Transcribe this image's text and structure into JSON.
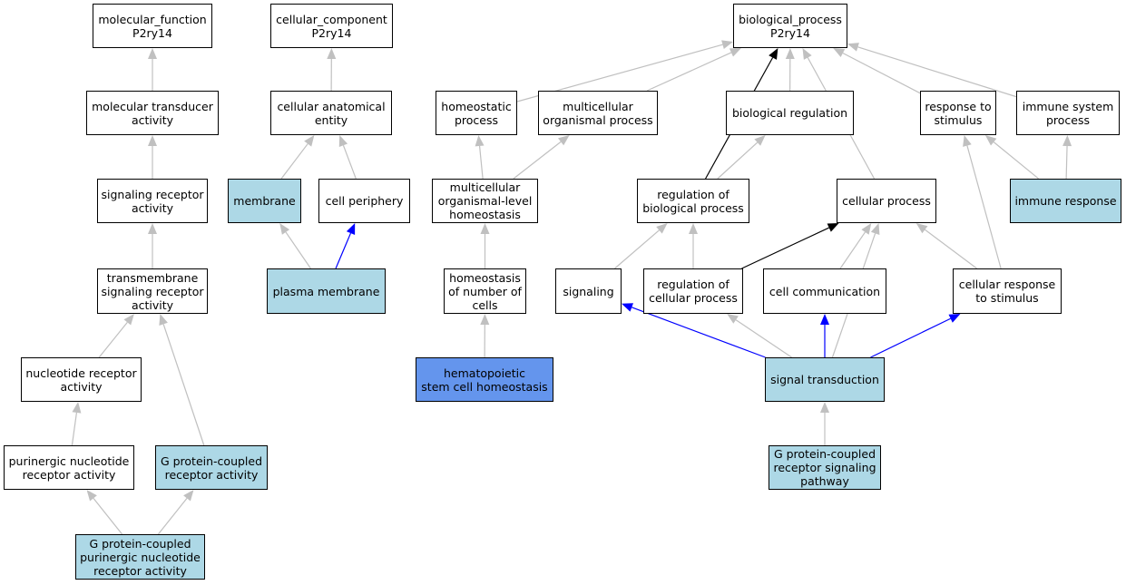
{
  "colors": {
    "edge_default": "#c0c0c0",
    "edge_black": "#000000",
    "edge_blue": "#0000ff",
    "node_highlight": "#add8e6",
    "node_focus": "#6495ed"
  },
  "nodes": {
    "mf_root": {
      "label": "molecular_function\nP2ry14",
      "style": "plain"
    },
    "mol_transducer": {
      "label": "molecular transducer\nactivity",
      "style": "plain"
    },
    "sig_receptor": {
      "label": "signaling receptor\nactivity",
      "style": "plain"
    },
    "tm_sig_receptor": {
      "label": "transmembrane\nsignaling receptor\nactivity",
      "style": "plain"
    },
    "nucleotide_receptor": {
      "label": "nucleotide receptor\nactivity",
      "style": "plain"
    },
    "purinergic_receptor": {
      "label": "purinergic nucleotide\nreceptor activity",
      "style": "plain"
    },
    "gpcr_activity": {
      "label": "G protein-coupled\nreceptor activity",
      "style": "light"
    },
    "gpcr_purinergic": {
      "label": "G protein-coupled\npurinergic nucleotide\nreceptor activity",
      "style": "light"
    },
    "cc_root": {
      "label": "cellular_component\nP2ry14",
      "style": "plain"
    },
    "cell_anat_entity": {
      "label": "cellular anatomical\nentity",
      "style": "plain"
    },
    "membrane": {
      "label": "membrane",
      "style": "light"
    },
    "cell_periphery": {
      "label": "cell periphery",
      "style": "plain"
    },
    "plasma_membrane": {
      "label": "plasma membrane",
      "style": "light"
    },
    "bp_root": {
      "label": "biological_process\nP2ry14",
      "style": "plain"
    },
    "homeostatic_process": {
      "label": "homeostatic\nprocess",
      "style": "plain"
    },
    "multicellular_process": {
      "label": "multicellular\norganismal process",
      "style": "plain"
    },
    "biological_regulation": {
      "label": "biological regulation",
      "style": "plain"
    },
    "response_to_stimulus": {
      "label": "response to\nstimulus",
      "style": "plain"
    },
    "immune_system_process": {
      "label": "immune system\nprocess",
      "style": "plain"
    },
    "multicellular_homeostasis": {
      "label": "multicellular\norganismal-level\nhomeostasis",
      "style": "plain"
    },
    "reg_bio_process": {
      "label": "regulation of\nbiological process",
      "style": "plain"
    },
    "cellular_process": {
      "label": "cellular process",
      "style": "plain"
    },
    "immune_response": {
      "label": "immune response",
      "style": "light"
    },
    "homeostasis_cells": {
      "label": "homeostasis\nof number of\ncells",
      "style": "plain"
    },
    "signaling": {
      "label": "signaling",
      "style": "plain"
    },
    "reg_cell_process": {
      "label": "regulation of\ncellular process",
      "style": "plain"
    },
    "cell_communication": {
      "label": "cell communication",
      "style": "plain"
    },
    "cell_response_stimulus": {
      "label": "cellular response\nto stimulus",
      "style": "plain"
    },
    "hsc_homeostasis": {
      "label": "hematopoietic\nstem cell homeostasis",
      "style": "blue"
    },
    "signal_transduction": {
      "label": "signal transduction",
      "style": "light"
    },
    "gpcr_pathway": {
      "label": "G protein-coupled\nreceptor signaling\npathway",
      "style": "light"
    }
  },
  "edges": [
    {
      "from": "mol_transducer",
      "to": "mf_root",
      "color": "gray"
    },
    {
      "from": "sig_receptor",
      "to": "mol_transducer",
      "color": "gray"
    },
    {
      "from": "tm_sig_receptor",
      "to": "sig_receptor",
      "color": "gray"
    },
    {
      "from": "nucleotide_receptor",
      "to": "tm_sig_receptor",
      "color": "gray"
    },
    {
      "from": "gpcr_activity",
      "to": "tm_sig_receptor",
      "color": "gray"
    },
    {
      "from": "purinergic_receptor",
      "to": "nucleotide_receptor",
      "color": "gray"
    },
    {
      "from": "gpcr_purinergic",
      "to": "purinergic_receptor",
      "color": "gray"
    },
    {
      "from": "gpcr_purinergic",
      "to": "gpcr_activity",
      "color": "gray"
    },
    {
      "from": "cell_anat_entity",
      "to": "cc_root",
      "color": "gray"
    },
    {
      "from": "membrane",
      "to": "cell_anat_entity",
      "color": "gray"
    },
    {
      "from": "cell_periphery",
      "to": "cell_anat_entity",
      "color": "gray"
    },
    {
      "from": "plasma_membrane",
      "to": "membrane",
      "color": "gray"
    },
    {
      "from": "plasma_membrane",
      "to": "cell_periphery",
      "color": "blue"
    },
    {
      "from": "homeostatic_process",
      "to": "bp_root",
      "color": "gray"
    },
    {
      "from": "multicellular_process",
      "to": "bp_root",
      "color": "gray"
    },
    {
      "from": "biological_regulation",
      "to": "bp_root",
      "color": "gray"
    },
    {
      "from": "response_to_stimulus",
      "to": "bp_root",
      "color": "gray"
    },
    {
      "from": "immune_system_process",
      "to": "bp_root",
      "color": "gray"
    },
    {
      "from": "reg_bio_process",
      "to": "bp_root",
      "color": "black"
    },
    {
      "from": "cellular_process",
      "to": "bp_root",
      "color": "gray"
    },
    {
      "from": "multicellular_homeostasis",
      "to": "homeostatic_process",
      "color": "gray"
    },
    {
      "from": "multicellular_homeostasis",
      "to": "multicellular_process",
      "color": "gray"
    },
    {
      "from": "reg_bio_process",
      "to": "biological_regulation",
      "color": "gray"
    },
    {
      "from": "immune_response",
      "to": "response_to_stimulus",
      "color": "gray"
    },
    {
      "from": "immune_response",
      "to": "immune_system_process",
      "color": "gray"
    },
    {
      "from": "homeostasis_cells",
      "to": "multicellular_homeostasis",
      "color": "gray"
    },
    {
      "from": "hsc_homeostasis",
      "to": "homeostasis_cells",
      "color": "gray"
    },
    {
      "from": "signaling",
      "to": "reg_bio_process",
      "color": "gray"
    },
    {
      "from": "reg_cell_process",
      "to": "reg_bio_process",
      "color": "gray"
    },
    {
      "from": "reg_cell_process",
      "to": "cellular_process",
      "color": "black"
    },
    {
      "from": "cell_communication",
      "to": "cellular_process",
      "color": "gray"
    },
    {
      "from": "cell_response_stimulus",
      "to": "cellular_process",
      "color": "gray"
    },
    {
      "from": "cell_response_stimulus",
      "to": "response_to_stimulus",
      "color": "gray"
    },
    {
      "from": "signal_transduction",
      "to": "signaling",
      "color": "blue"
    },
    {
      "from": "signal_transduction",
      "to": "reg_cell_process",
      "color": "gray"
    },
    {
      "from": "signal_transduction",
      "to": "cell_communication",
      "color": "blue"
    },
    {
      "from": "signal_transduction",
      "to": "cell_response_stimulus",
      "color": "blue"
    },
    {
      "from": "signal_transduction",
      "to": "cellular_process",
      "color": "gray"
    },
    {
      "from": "gpcr_pathway",
      "to": "signal_transduction",
      "color": "gray"
    }
  ]
}
